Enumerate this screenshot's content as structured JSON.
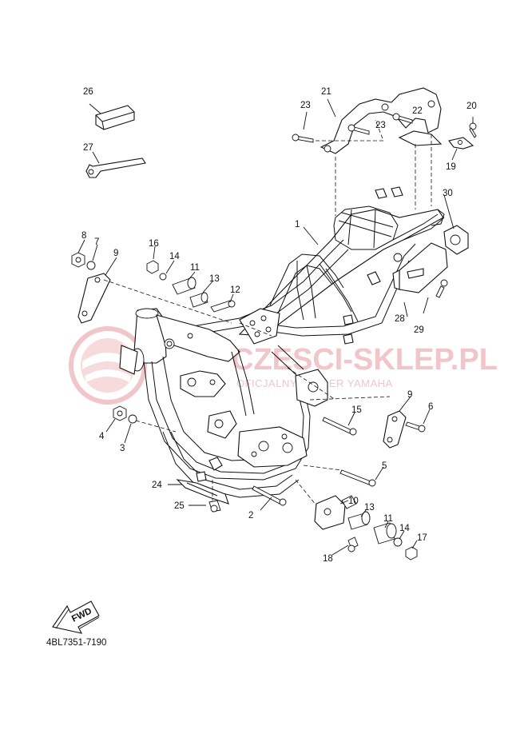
{
  "diagram": {
    "part_code": "4BL7351-7190",
    "fwd_label": "FWD",
    "watermark": {
      "brand": "CZESCI-SKLEP.PL",
      "sub": "OFICJALNY DEALER YAMAHA"
    },
    "callouts": {
      "c1": "1",
      "c2": "2",
      "c3": "3",
      "c4": "4",
      "c5": "5",
      "c6": "6",
      "c7": "7",
      "c8": "8",
      "c9a": "9",
      "c9b": "9",
      "c10": "10",
      "c11a": "11",
      "c11b": "11",
      "c12": "12",
      "c13a": "13",
      "c13b": "13",
      "c14a": "14",
      "c14b": "14",
      "c15": "15",
      "c16": "16",
      "c17": "17",
      "c18": "18",
      "c19": "19",
      "c20": "20",
      "c21": "21",
      "c22": "22",
      "c23a": "23",
      "c23b": "23",
      "c24": "24",
      "c25": "25",
      "c26": "26",
      "c27": "27",
      "c28": "28",
      "c29": "29",
      "c30": "30"
    }
  }
}
